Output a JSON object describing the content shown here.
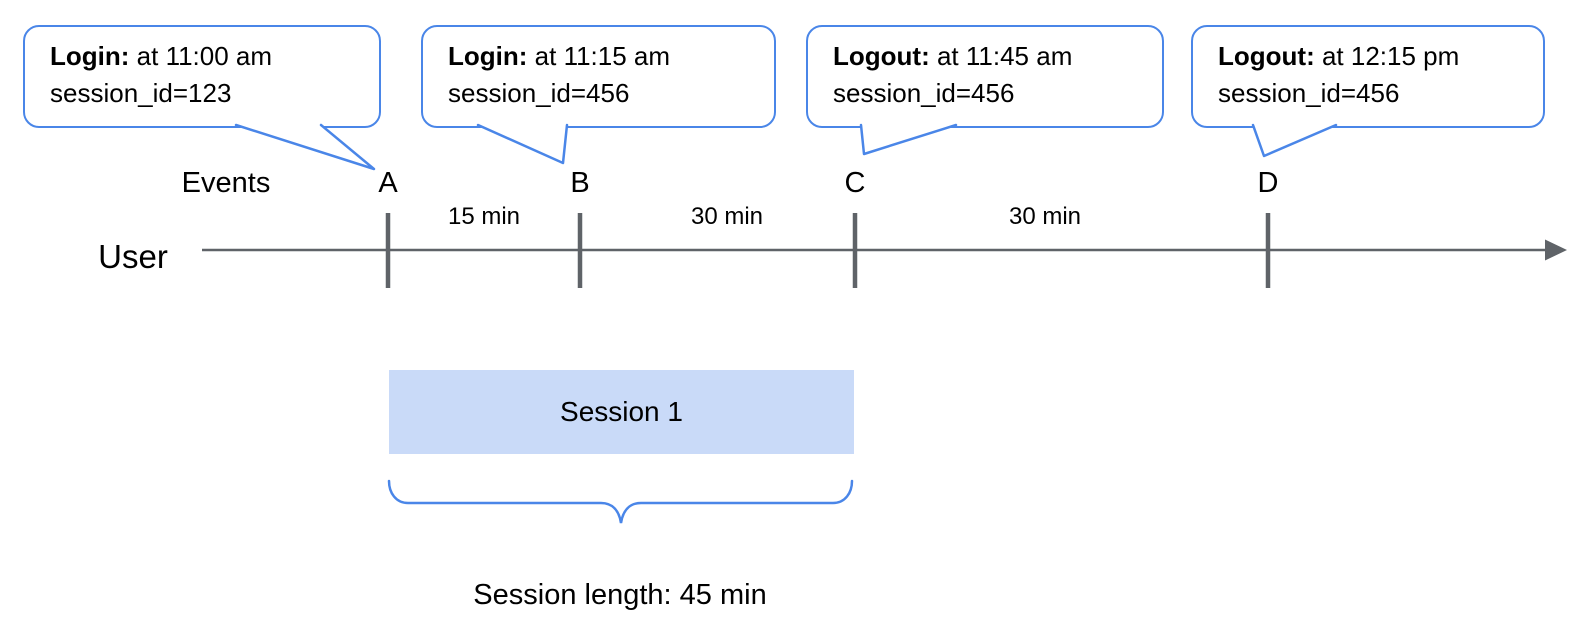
{
  "title": "User session timeline diagram",
  "colors": {
    "accent_blue": "#4a86e8",
    "session_fill": "#c9daf8",
    "axis_gray": "#5f6368",
    "text": "#000000"
  },
  "callouts": [
    {
      "event": "Login:",
      "time": "at 11:00 am",
      "session": "session_id=123",
      "marker": "A"
    },
    {
      "event": "Login:",
      "time": "at 11:15 am",
      "session": "session_id=456",
      "marker": "B"
    },
    {
      "event": "Logout:",
      "time": "at 11:45 am",
      "session": "session_id=456",
      "marker": "C"
    },
    {
      "event": "Logout:",
      "time": "at 12:15 pm",
      "session": "session_id=456",
      "marker": "D"
    }
  ],
  "timeline": {
    "events_label": "Events",
    "user_label": "User",
    "markers": [
      {
        "label": "A"
      },
      {
        "label": "B"
      },
      {
        "label": "C"
      },
      {
        "label": "D"
      }
    ],
    "intervals": [
      {
        "label": "15 min",
        "between": "A-B"
      },
      {
        "label": "30 min",
        "between": "B-C"
      },
      {
        "label": "30 min",
        "between": "C-D"
      }
    ]
  },
  "session": {
    "box_label": "Session 1",
    "length_label": "Session length: 45 min",
    "covers_markers": "A-C"
  }
}
